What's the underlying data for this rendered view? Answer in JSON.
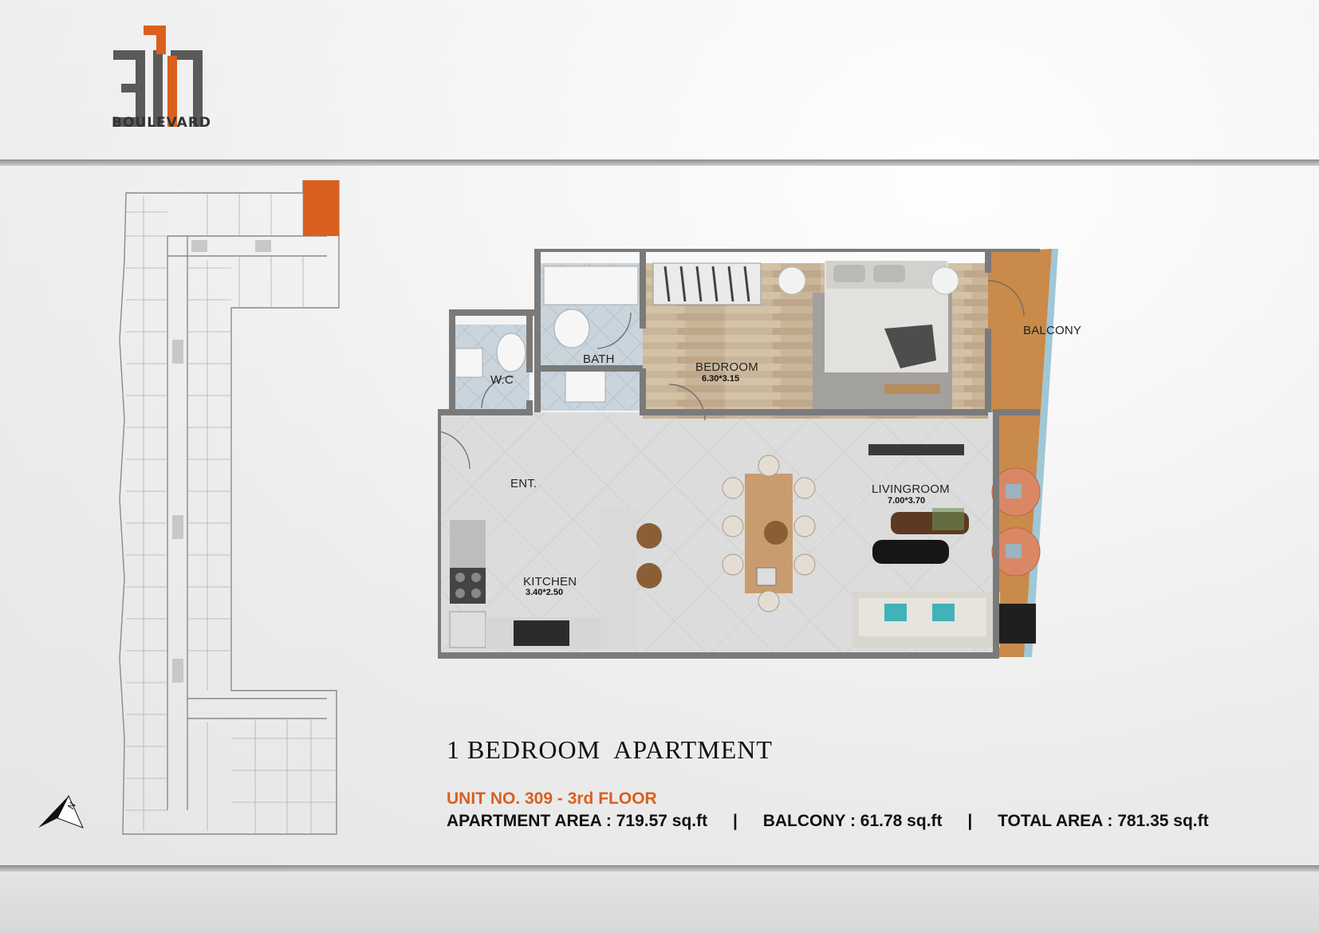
{
  "brand": {
    "logo_numerals": "311",
    "wordmark": "BOULEVARD",
    "accent_color": "#d9601e"
  },
  "plan": {
    "rooms": [
      {
        "id": "wc",
        "label": "W.C"
      },
      {
        "id": "bath",
        "label": "BATH"
      },
      {
        "id": "bedroom",
        "label": "BEDROOM",
        "dim": "6.30*3.15"
      },
      {
        "id": "balcony",
        "label": "BALCONY"
      },
      {
        "id": "entrance",
        "label": "ENT."
      },
      {
        "id": "livingroom",
        "label": "LIVINGROOM",
        "dim": "7.00*3.70"
      },
      {
        "id": "kitchen",
        "label": "KITCHEN",
        "dim": "3.40*2.50"
      }
    ]
  },
  "keyplan": {
    "north_label": "N",
    "highlight_color": "#d9601e"
  },
  "details": {
    "title": "1 BEDROOM  APARTMENT",
    "unit": "UNIT NO. 309 - 3rd FLOOR",
    "apartment_area": "APARTMENT AREA : 719.57 sq.ft",
    "balcony_area": "BALCONY : 61.78 sq.ft",
    "total_area": "TOTAL AREA : 781.35 sq.ft",
    "separator": "|"
  }
}
